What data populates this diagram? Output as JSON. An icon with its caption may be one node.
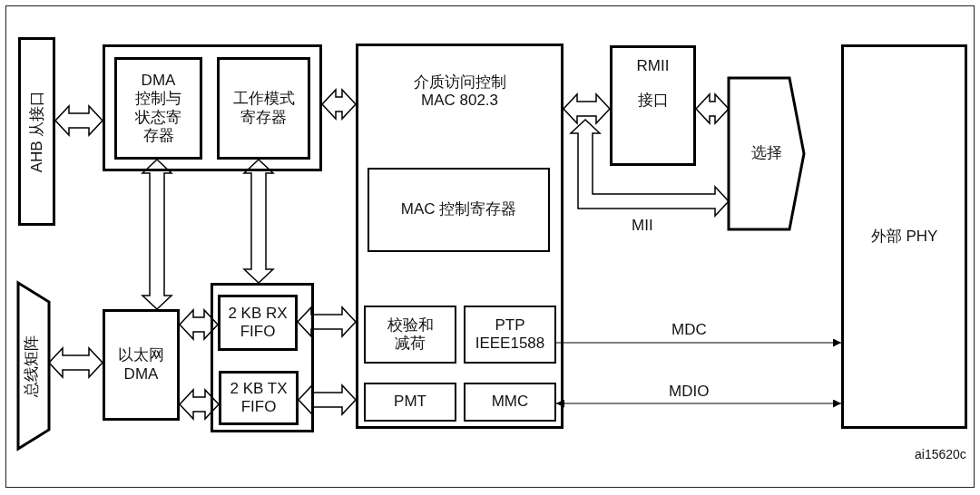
{
  "diagram": {
    "nodes": [
      {
        "text": [
          "AHB 从接口"
        ]
      },
      {
        "text": [],
        "shape": "box"
      },
      {
        "text": [
          "DMA 控制与状态寄存器"
        ],
        "in": 1
      },
      {
        "text": [
          "工作模式寄存器"
        ],
        "in": 1
      },
      {
        "text": [
          "介质访问控制 MAC 802.3"
        ]
      },
      {
        "text": [
          "MAC 控制寄存器"
        ],
        "in": 4
      },
      {
        "text": [
          "校验和减荷"
        ],
        "in": 4
      },
      {
        "text": [
          "PTP IEEE1588"
        ],
        "in": 4
      },
      {
        "text": [
          "PMT"
        ],
        "in": 4
      },
      {
        "text": [
          "MMC"
        ],
        "in": 4
      },
      {
        "text": [
          "RMII",
          "接口"
        ]
      },
      {
        "text": [
          "选择"
        ]
      },
      {
        "text": [
          "外部 PHY"
        ]
      },
      {
        "text": [
          "总线矩阵"
        ]
      },
      {
        "text": [
          "以太网 DMA"
        ]
      },
      {
        "text": [],
        "shape": "box"
      },
      {
        "text": [
          "2 KB RX FIFO"
        ],
        "in": 15
      },
      {
        "text": [
          "2 KB TX FIFO"
        ],
        "in": 15
      }
    ],
    "edges": [
      {
        "from": 0,
        "to": 1,
        "arrow": "both",
        "style": "thick"
      },
      {
        "from": 1,
        "to": 4,
        "arrow": "both",
        "style": "thick"
      },
      {
        "from": 2,
        "to": 14,
        "arrow": "both",
        "style": "thick"
      },
      {
        "from": 3,
        "to": 15,
        "arrow": "both",
        "style": "thick"
      },
      {
        "from": 13,
        "to": 14,
        "arrow": "both",
        "style": "thick"
      },
      {
        "from": 14,
        "to": 16,
        "arrow": "both",
        "style": "thick"
      },
      {
        "from": 14,
        "to": 17,
        "arrow": "both",
        "style": "thick"
      },
      {
        "from": 16,
        "to": 4,
        "arrow": "both",
        "style": "thick"
      },
      {
        "from": 17,
        "to": 4,
        "arrow": "both",
        "style": "thick"
      },
      {
        "from": 4,
        "to": 10,
        "arrow": "both",
        "style": "thick"
      },
      {
        "from": 10,
        "to": 11,
        "arrow": "both",
        "style": "thick"
      },
      {
        "from": 4,
        "to": 11,
        "arrow": "both",
        "style": "thick",
        "label": "MII"
      },
      {
        "from": 7,
        "to": 12,
        "arrow": "to",
        "label": "MDC"
      },
      {
        "from": 9,
        "to": 12,
        "arrow": "both",
        "label": "MDIO"
      }
    ],
    "labels": [
      "ai15620c"
    ]
  }
}
